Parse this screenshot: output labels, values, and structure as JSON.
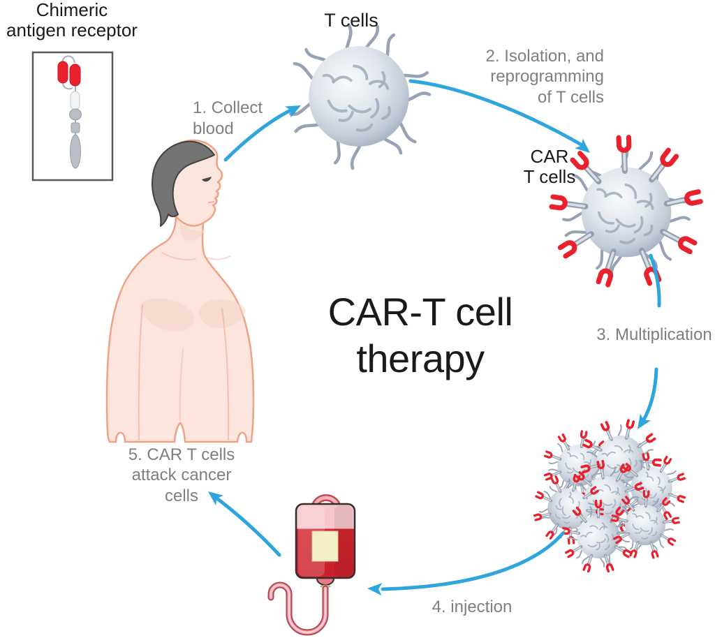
{
  "diagram": {
    "title": "CAR-T cell\ntherapy",
    "legend": {
      "label": "Chimeric\nantigen receptor"
    },
    "cells": {
      "t_cells": "T cells",
      "car_t_cells": "CAR\nT cells"
    },
    "steps": {
      "step1": "1. Collect\nblood",
      "step2": "2. Isolation, and\nreprogramming\nof T cells",
      "step3": "3. Multiplication",
      "step4": "4. injection",
      "step5": "5. CAR T cells\nattack cancer\ncells"
    }
  },
  "colors": {
    "arrow": "#2fa5de",
    "step_text": "#7d7f82",
    "ink": "#1a1a1a",
    "receptor_red": "#e8212d",
    "skin": "#fbe5dd",
    "skin_outline": "#efa286",
    "hair": "#737373",
    "bag_red": "#d3252e",
    "bag_pink": "#f8c6ce",
    "bag_label": "#f6efc5"
  }
}
